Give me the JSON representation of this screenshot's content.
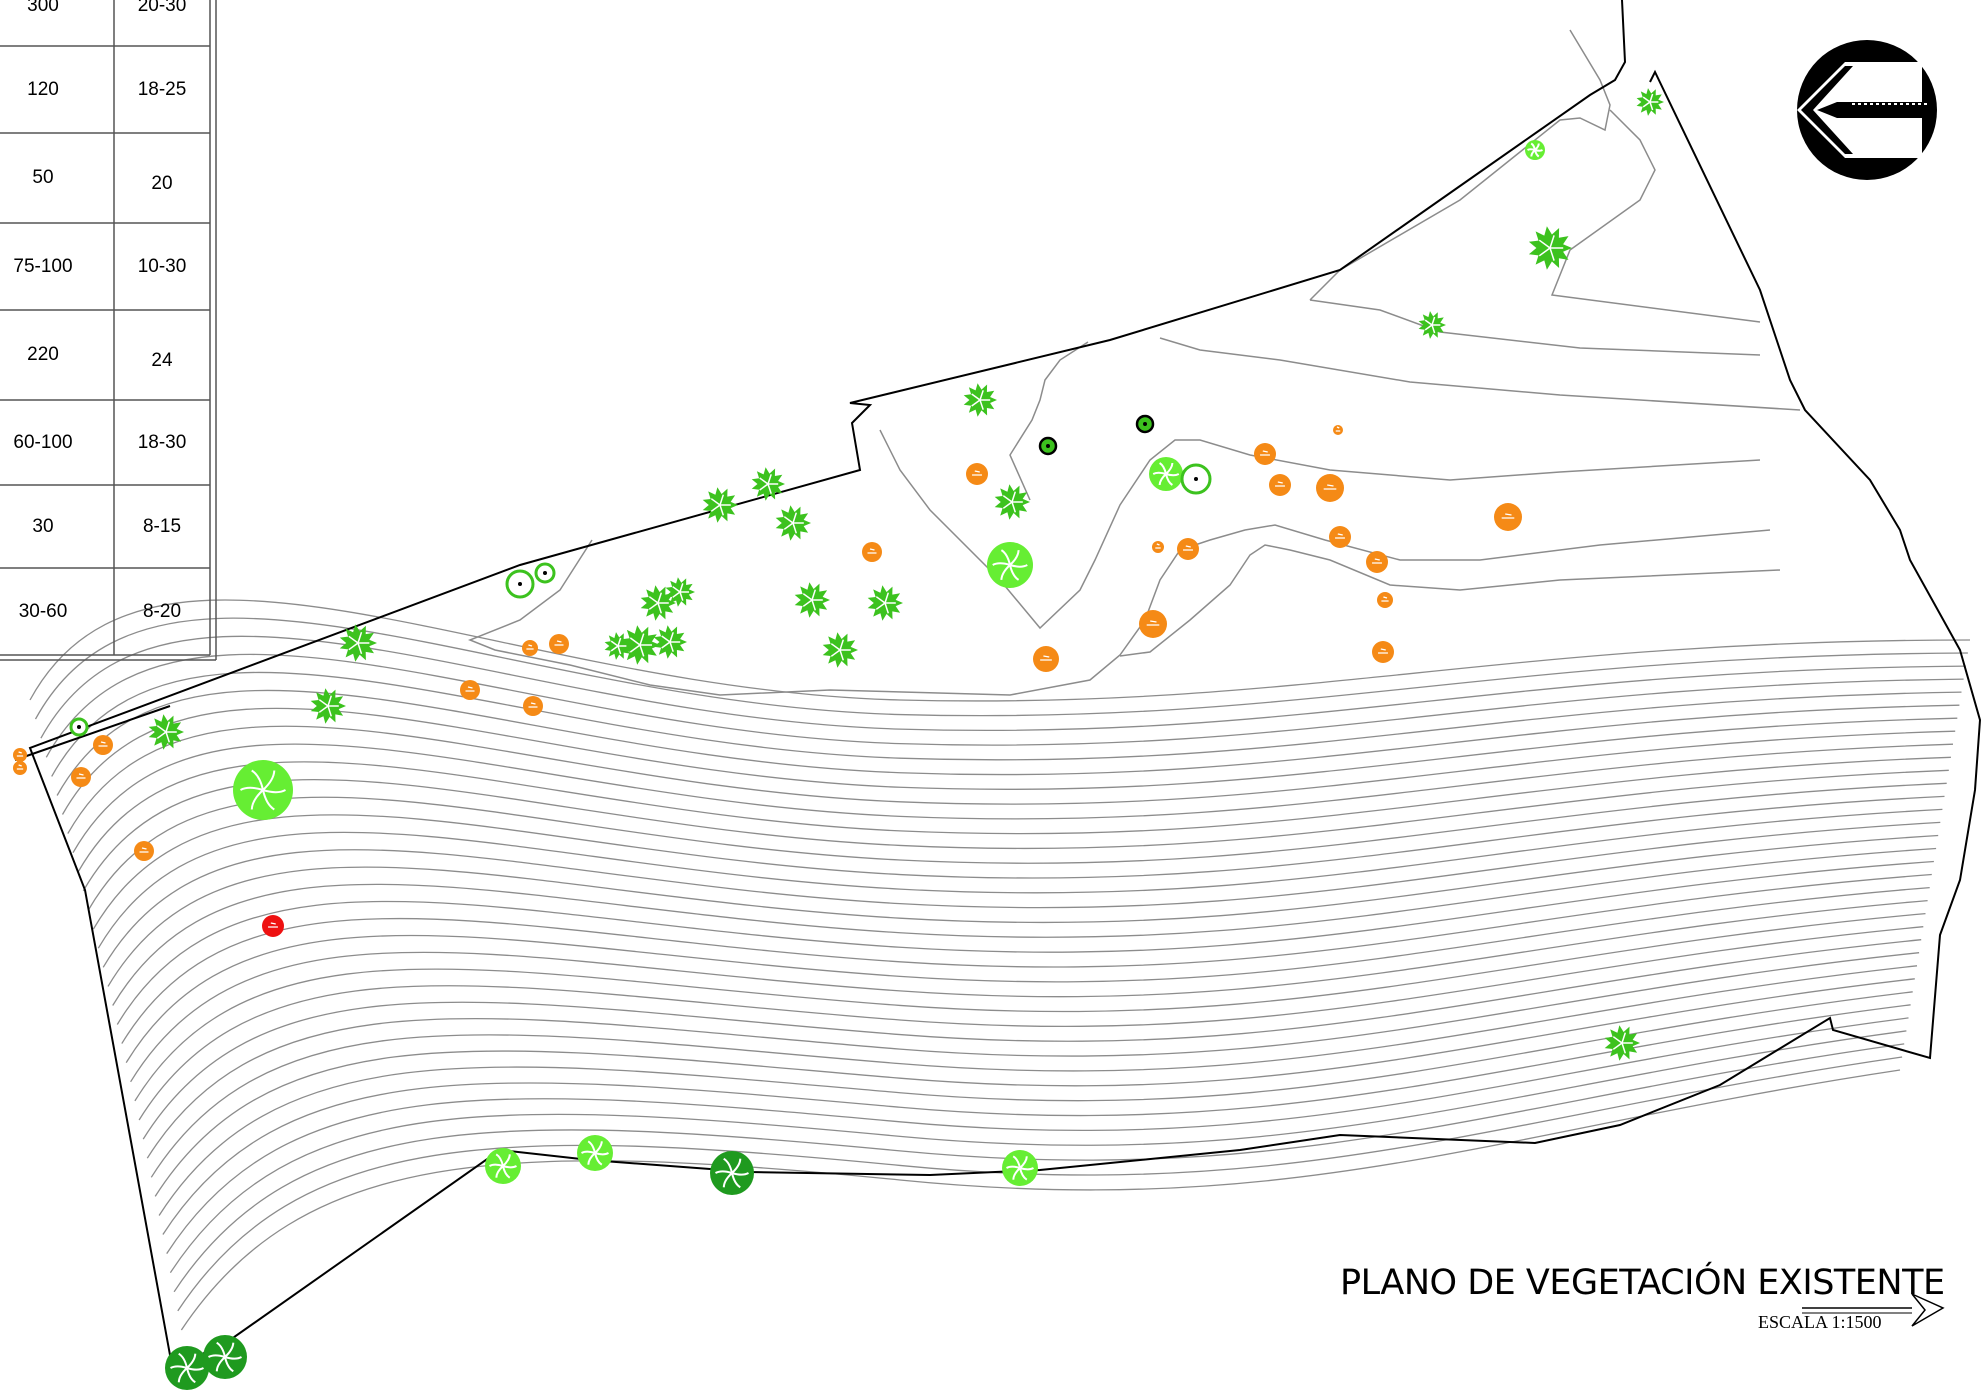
{
  "table": {
    "rows": [
      {
        "col1": "300",
        "col2": "20-30"
      },
      {
        "col1": "120",
        "col2": "18-25"
      },
      {
        "col1": "50",
        "col2": "20"
      },
      {
        "col1": "75-100",
        "col2": "10-30"
      },
      {
        "col1": "220",
        "col2": "24"
      },
      {
        "col1": "60-100",
        "col2": "18-30"
      },
      {
        "col1": "30",
        "col2": "8-15"
      },
      {
        "col1": "30-60",
        "col2": "8-20"
      }
    ]
  },
  "title": {
    "text": "PLANO DE VEGETACIÓN EXISTENTE",
    "scale": "ESCALA 1:1500"
  },
  "colors": {
    "boundary": "#000000",
    "contour": "#8c8c8c",
    "tree_dark_green": "#1f9a1f",
    "tree_green": "#3cc21e",
    "tree_light_green": "#66ee33",
    "shrub_orange": "#f58a16",
    "marker_red": "#ee1111"
  },
  "legend_symbols": {
    "north_arrow": "north-arrow-icon"
  }
}
